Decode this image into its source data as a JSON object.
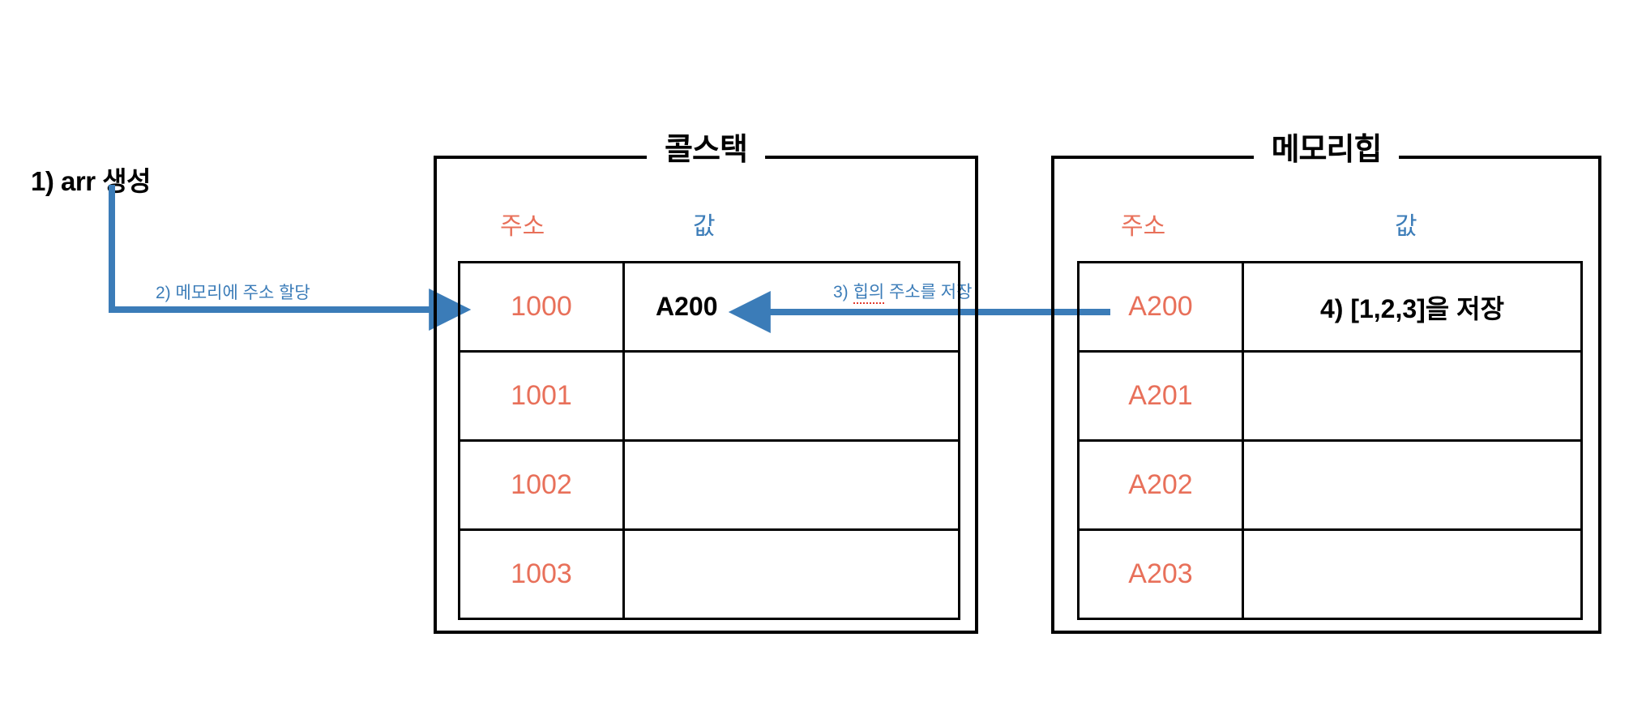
{
  "diagram": {
    "title_hidden": "",
    "accent_address_color": "#E8705A",
    "accent_value_color": "#3B7CB8",
    "arrow_color": "#3B7CB8",
    "spellcheck_underline_color": "#E03B2F"
  },
  "steps": {
    "step1": "1) arr 생성",
    "step2": "2) 메모리에 주소 할당",
    "step3_prefix": "3) ",
    "step3_flagged": "힙의",
    "step3_suffix": " 주소를 저장",
    "step4": "4)  [1,2,3]을 저장"
  },
  "call_stack": {
    "title": "콜스택",
    "columns": [
      "주소",
      "값"
    ],
    "rows": [
      {
        "address": "1000",
        "value": "A200"
      },
      {
        "address": "1001",
        "value": ""
      },
      {
        "address": "1002",
        "value": ""
      },
      {
        "address": "1003",
        "value": ""
      }
    ]
  },
  "memory_heap": {
    "title": "메모리힙",
    "columns": [
      "주소",
      "값"
    ],
    "rows": [
      {
        "address": "A200",
        "value": "4)  [1,2,3]을 저장"
      },
      {
        "address": "A201",
        "value": ""
      },
      {
        "address": "A202",
        "value": ""
      },
      {
        "address": "A203",
        "value": ""
      }
    ]
  }
}
